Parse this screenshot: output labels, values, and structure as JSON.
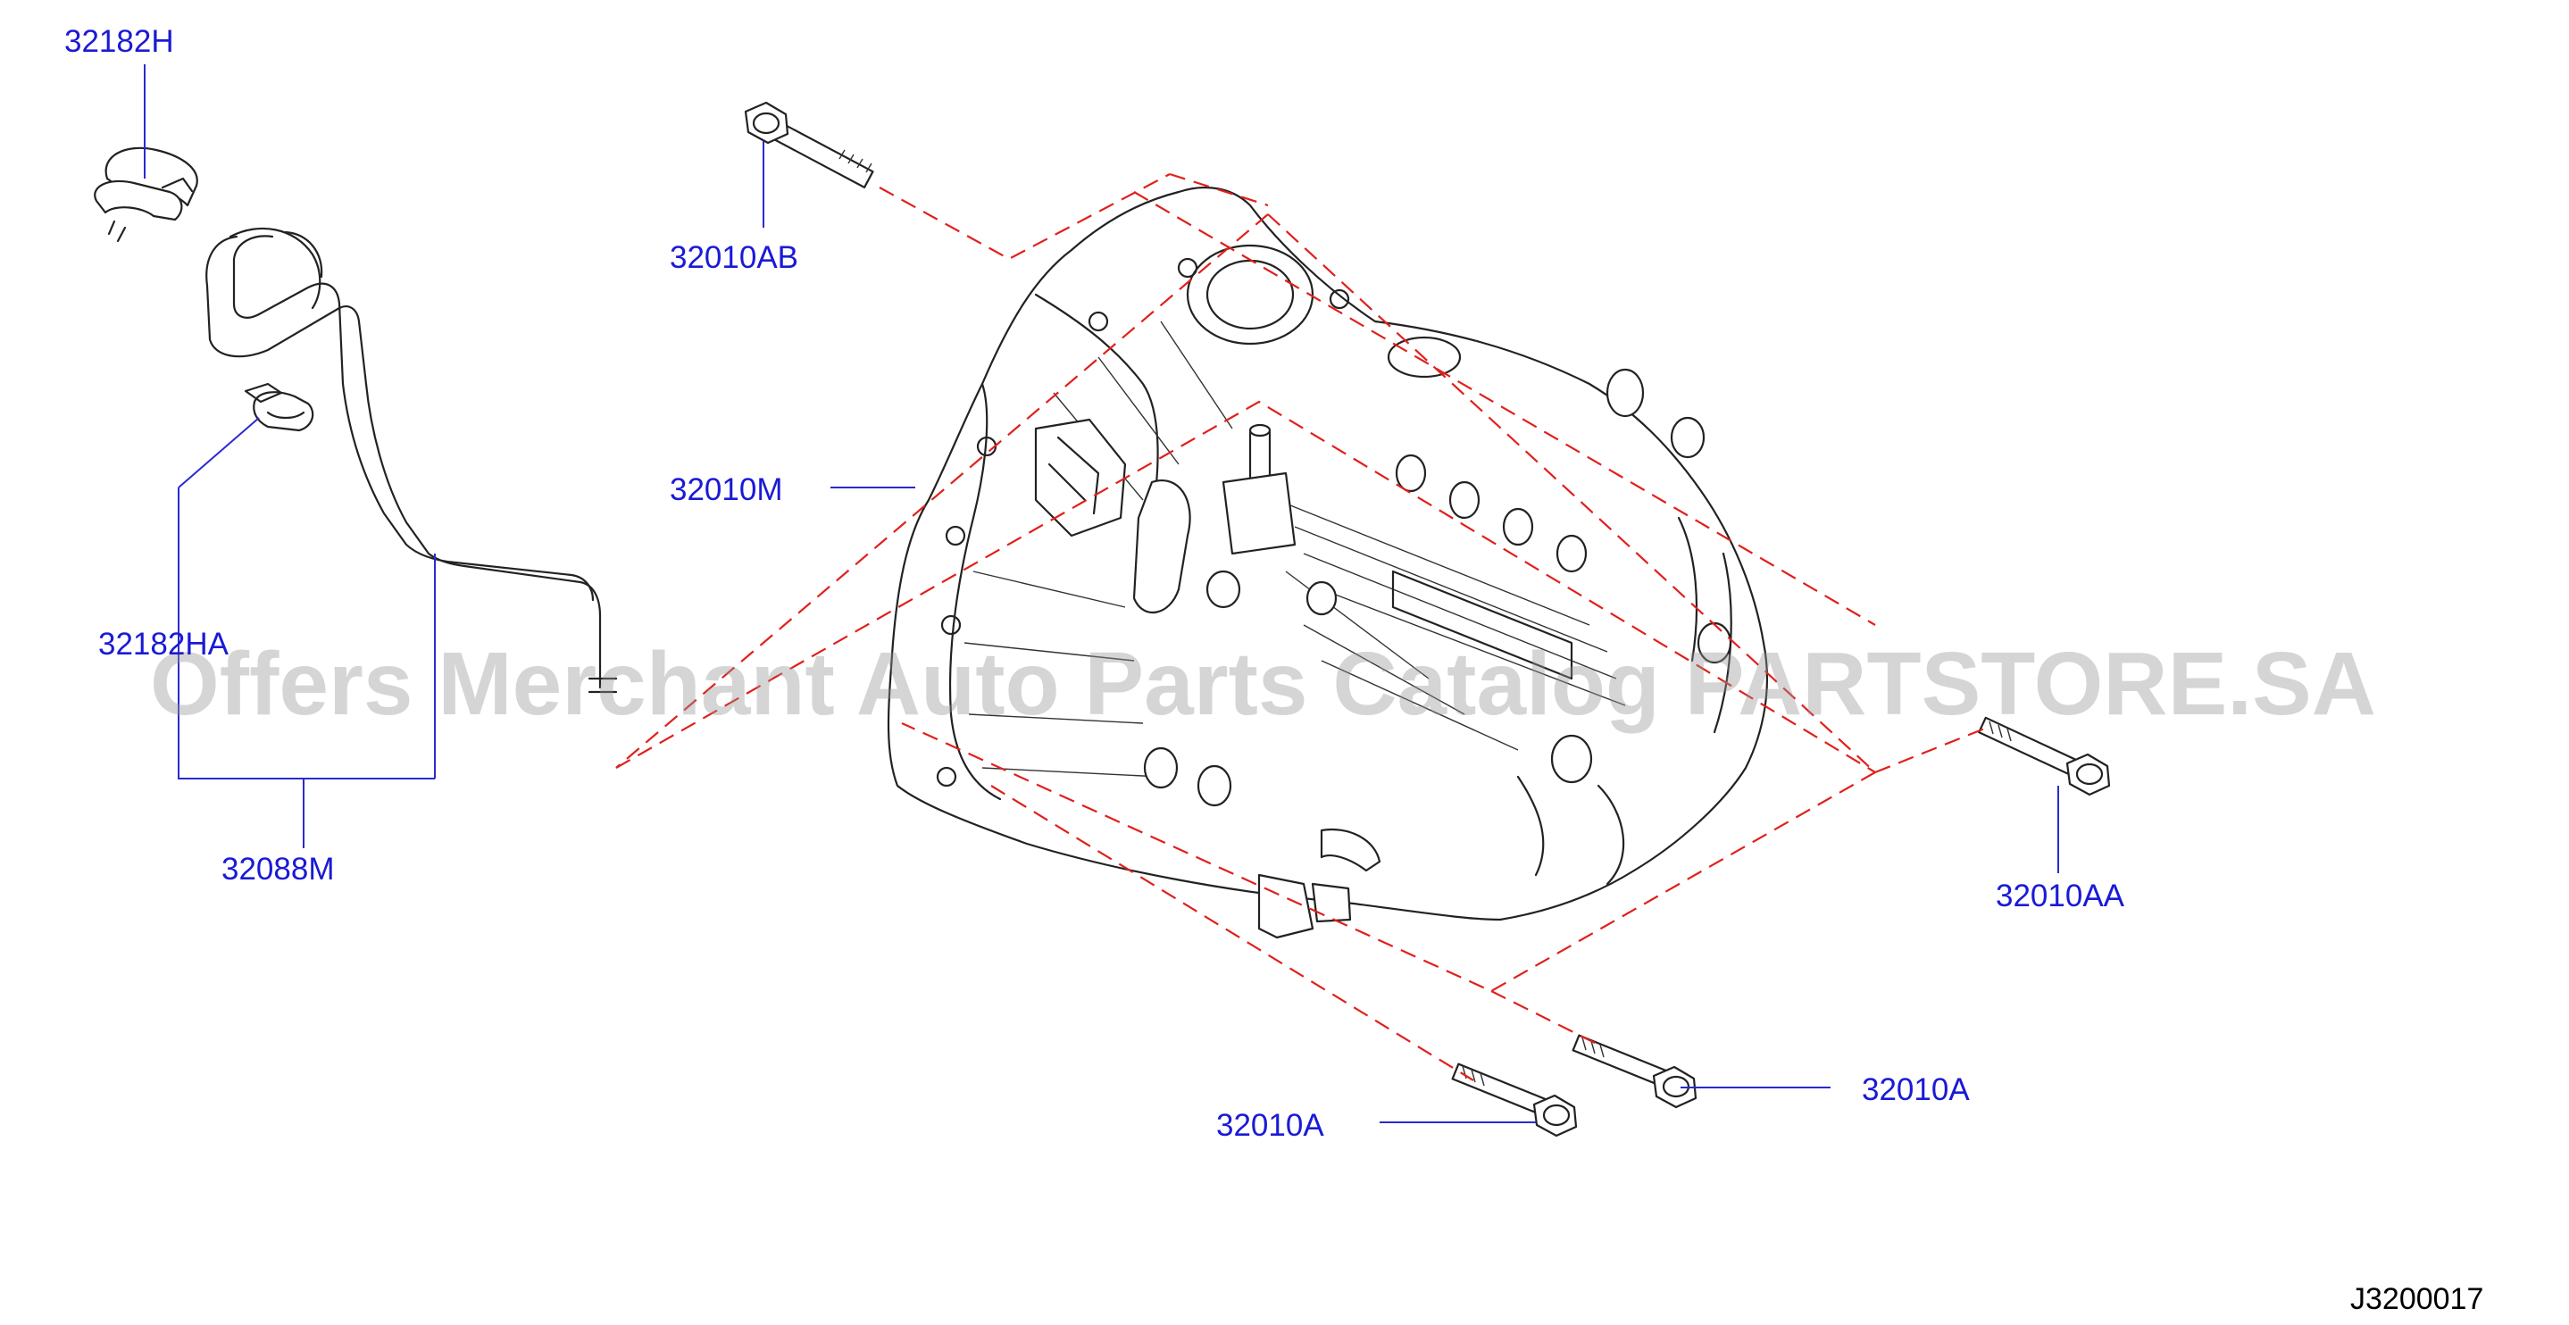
{
  "labels": {
    "clip_upper": "32182H",
    "clip_lower": "32182HA",
    "hose": "32088M",
    "bolt_top": "32010AB",
    "case": "32010M",
    "bolt_right": "32010AA",
    "bolt_bottom_right": "32010A",
    "bolt_bottom_left": "32010A"
  },
  "diagram_id": "J3200017",
  "watermark": "Offers Merchant Auto Parts Catalog PARTSTORE.SA",
  "colors": {
    "label_text": "#1a1ad6",
    "leader_line": "#2a2ad0",
    "dashed_line": "#e0201c",
    "part_outline": "#222222"
  }
}
